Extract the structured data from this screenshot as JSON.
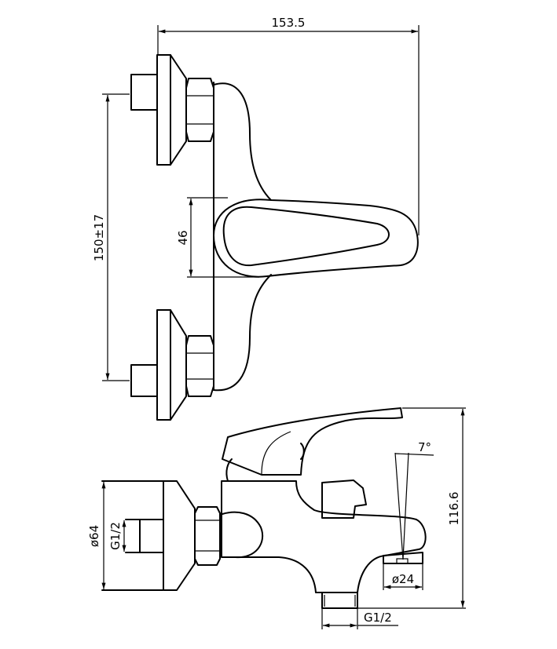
{
  "dimensions": {
    "overall_depth": "153.5",
    "inlet_spacing": "150±17",
    "handle_height": "46",
    "overall_height": "116.6",
    "tilt_angle": "7°",
    "escutcheon_diameter": "ø64",
    "inlet_thread": "G1/2",
    "aerator_diameter": "ø24",
    "outlet_thread": "G1/2"
  },
  "colors": {
    "line": "#000000",
    "background": "#ffffff"
  }
}
